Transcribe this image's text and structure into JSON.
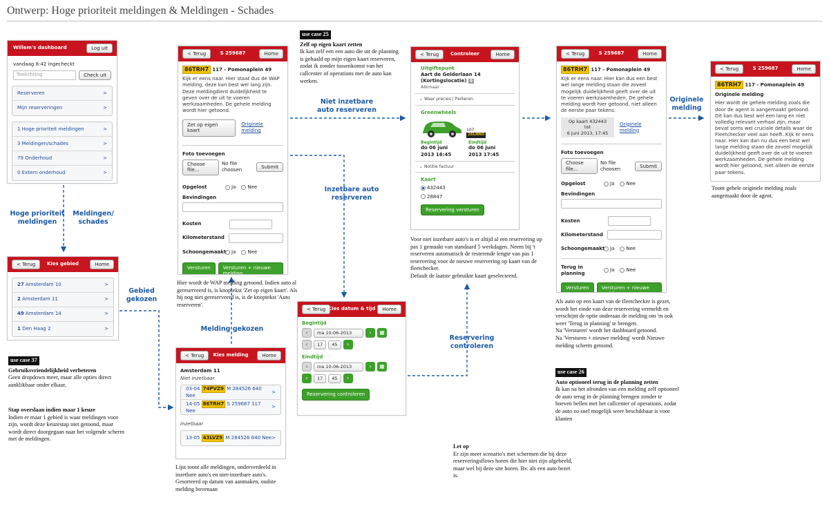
{
  "title": "Ontwerp: Hoge prioriteit meldingen & Meldingen - Schades",
  "common": {
    "back": "< Terug",
    "home": "Home",
    "arrow": ">",
    "ja": "Ja",
    "nee": "Nee",
    "choose_file": "Choose file...",
    "no_file": "No file choosen",
    "submit": "Submit",
    "versturen": "Versturen",
    "versturen_nieuw": "Versturen + nieuwe melding",
    "original_link": "Originele melding",
    "foto": "Foto toevoegen",
    "opgelost": "Opgelost",
    "bevindingen": "Bevindingen",
    "kosten": "Kosten",
    "km": "Kilometerstand",
    "schoon": "Schoongemaakt"
  },
  "dashboard": {
    "title": "Willem's dashboard",
    "logout": "Log uit",
    "checked_in": "vandaag 8:42 ingecheckt",
    "explain_placeholder": "Toelichting",
    "checkout": "Check uit",
    "items1": [
      "Reserveren",
      "Mijn reserveringen"
    ],
    "items2": [
      "1 Hoge prioriteit meldingen",
      "3 Meldingen/schades",
      "79 Onderhoud",
      "0 Extern onderhoud"
    ]
  },
  "gebied": {
    "title": "Kies gebied",
    "items": [
      {
        "num": "27",
        "name": "Amsterdam 10"
      },
      {
        "num": "2",
        "name": "Amsterdam 11"
      },
      {
        "num": "49",
        "name": "Amsterdam 14"
      },
      {
        "num": "1",
        "name": "Den Haag 2"
      }
    ]
  },
  "melding_list": {
    "title": "Kies melding",
    "area": "Amsterdam 11",
    "sec1": "Niet inzetbaar",
    "sec2": "Inzetbaar",
    "rows1": [
      {
        "date": "03-04",
        "plate": "74PVZ9",
        "code": "M 284526",
        "km": "640",
        "st": "Nee"
      },
      {
        "date": "14-05",
        "plate": "86TRH7",
        "code": "S 259687",
        "km": "117",
        "st": "Nee"
      }
    ],
    "rows2": [
      {
        "date": "13-05",
        "plate": "43LVZ9",
        "code": "M 284526",
        "km": "640",
        "st": "Nee"
      }
    ]
  },
  "detail": {
    "code": "S 259687",
    "plate": "86TRH7",
    "address": "117 - Pomonaplein 49",
    "desc": "Kijk er eens naar. Hier staat dus de WAP melding, deze kan best wel lang zijn. Deze meldingdient duidelijkheid te geven  over de uit te voeren werkzaamheden. De gehele melding wordt hier getoond.",
    "zet_button": "Zet op eigen kaart"
  },
  "datum": {
    "title": "Kies datum & tijd",
    "begin": "Begintijd",
    "eind": "Eindtijd",
    "date": "ma 10-06-2013",
    "hour": "17",
    "min": "45",
    "cal_icon": "calendar-icon",
    "control": "Reservering controleren"
  },
  "controleer": {
    "title": "Controleer",
    "uitgifte": "Uitgiftepunt",
    "loc_name": "Aart de Gelderlaan 14 (Kortingslocatie)",
    "loc_badge": "0",
    "city": "Alkmaar",
    "waar": "Waar precies | Parkeren",
    "brand": "Greenwheels",
    "car_num": "107",
    "car_plate": "26LNN5",
    "begin_lbl": "Begintijd",
    "begin_val": "do 06 juni 2013 16:45",
    "eind_lbl": "Eindtijd",
    "eind_val": "do 06 juni 2013 17:45",
    "notitie": "Notitie factuur",
    "kaart": "Kaart",
    "kaart1": "432443",
    "kaart2": "28847",
    "verstuur": "Reservering versturen"
  },
  "detail2": {
    "code": "S 259687",
    "plate": "86TRH7",
    "address": "117 - Pomonaplein 49",
    "desc": "Kijk er eens naar. Hier kan dus een best wel lange melding staan die zoveel mogelijk duidelijkheid geeft over de uit te voeren werkzaamheden. De gehele melding wordt hier getoond, niet alleen de eerste paar tekens.",
    "box1": "Op kaart 432443 tot",
    "box2": "6 juni 2013, 17:45",
    "planning": "Terug in planning"
  },
  "original": {
    "code": "S 259687",
    "plate": "86TRH7",
    "address": "117 - Pomonaplein 49",
    "heading": "Originele melding",
    "text": "Hier wordt de gehele melding zoals die door de agent is aangemaakt getoond. Dit kan dus best wel een lang en niet volledig relevant verhaal zijn, maar bevat soms wel cruciale details waar de Fleetchecker veel aan heeft. Kijk er eens naar. Hier kan dan nu dus een best wel lange melding staan die zoveel mogelijk duidelijkheid geeft over de uit te voeren werkzaamheden. De gehele melding wordt hier getoond, niet alleen de eerste paar tekens."
  },
  "labels": {
    "hoge": "Hoge prioriteit meldingen",
    "meldingen": "Meldingen/ schades",
    "gebied": "Gebied gekozen",
    "melding_gekozen": "Melding gekozen",
    "niet_inzet": "Niet inzetbare auto reserveren",
    "inzet": "Inzetbare auto reserveren",
    "reservering": "Reservering controleren",
    "originele": "Originele melding"
  },
  "notes": {
    "uc37_tag": "use case 37",
    "uc37_head": "Gebruiksvriendelijkheid verbeteren",
    "uc37_body": "Geen dropdown meer, maar alle opties direct aanklikbaar onder elkaar.",
    "stap_head": "Stap overslaan indien maar 1 keuze",
    "stap_body": "Indien er maar 1 gebied is waar meldingen voor zijn, wordt deze keuzestap niet getoond, maar wordt direct doorgegaan naar het volgende scherm met de meldingen.",
    "wap_note": "Hier wordt de WAP melding getoond. Indien auto al gereserveerd is, is knoptekst 'Zet op eigen kaart'. Als hij nog niet gereserveerd is, is de knoptekst 'Auto reserveren'.",
    "lijst_note": "Lijst toont alle meldingen, onderverdeeld in inzetbare auto's en niet-inzetbare auto's. Gesorteerd op datum van aanmaken, oudste melding bovenaan",
    "uc25_tag": "use case 25",
    "uc25_head": "Zelf op eigen kaart zetten",
    "uc25_body": "Ik kan zelf een een auto die uit de planning is gehaald op mijn eigen kaart reserveren, zodat ik zonder tussenkomst van het callcenter of operations met de auto kan werken.",
    "voor_note": "Voor niet inzetbare auto's is er altijd al een reservering op pas 1 gemaakt van standaard 5 werkdagen. Neem bij 't reserveren automatisch de resterende lengte van pas 1 reservering voor de nieuwe reservering op kaart van de fleetchecker.",
    "default_note": "Default de laatste gebruikte kaart geselecteerd.",
    "als_note": "Als auto op een kaart van de fleetchecker is gezet, wordt het einde van deze reservering vermeldt en verschijnt de optie onderaan de melding om 'm ook weer 'Terug in planning' te brengen.",
    "na1": "Na 'Versturen' wordt het dashboard getoond.",
    "na2": "Na 'Versturen + nieuwe melding' wordt Nieuwe melding scherm getoond.",
    "uc26_tag": "use case 26",
    "uc26_head": "Auto optioneel terug in de planning zetten",
    "uc26_body": "Ik kan na het afronden van een melding zelf optioneel de auto terug in de planning brengen zonder te hoeven bellen met het callcenter of operations, zodat de auto zo snel mogelijk weer beschikbaar is voor klanten",
    "let_head": "Let op",
    "let_body": "Er zijn meer scenario's met schermen die bij deze reserveringsflows horen die hier niet zijn afgebeeld, maar wel bij deze site horen. Bv. als een auto bezet is.",
    "toont_note": "Toont gehele originele melding zoals aangemaakt door de agent."
  },
  "colors": {
    "header_red": "#c8141e",
    "button_green": "#3da02a",
    "plate_yellow": "#f3c300",
    "flow_blue": "#1b5aa5"
  }
}
